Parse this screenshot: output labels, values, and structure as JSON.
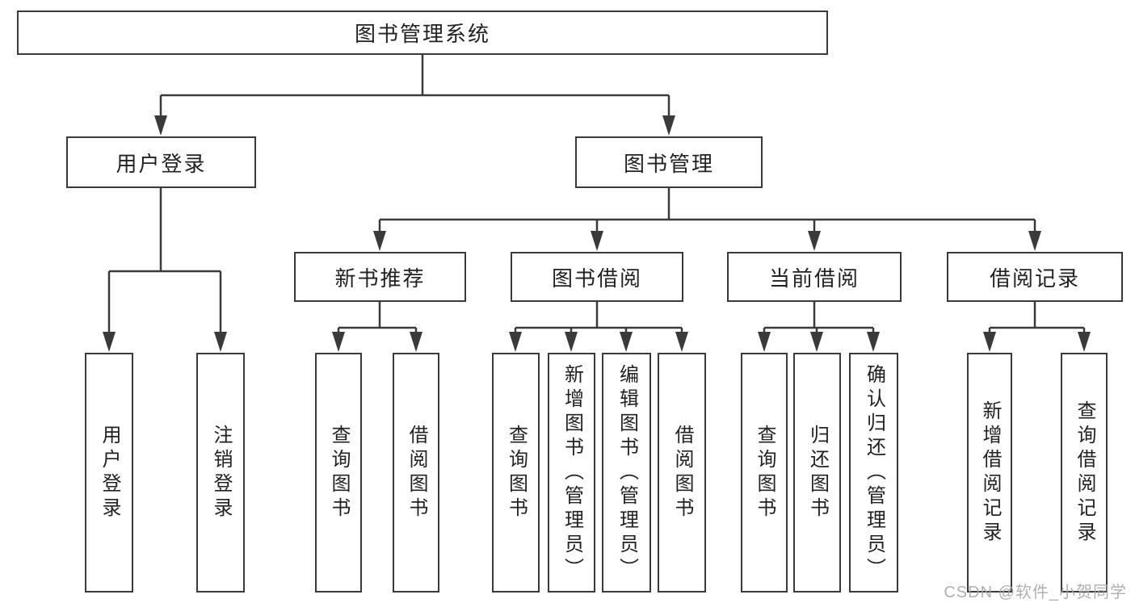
{
  "tree": {
    "root": {
      "label": "图书管理系统",
      "children": [
        {
          "label": "用户登录",
          "children": [
            {
              "label": "用户登录"
            },
            {
              "label": "注销登录"
            }
          ]
        },
        {
          "label": "图书管理",
          "children": [
            {
              "label": "新书推荐",
              "children": [
                {
                  "label": "查询图书"
                },
                {
                  "label": "借阅图书"
                }
              ]
            },
            {
              "label": "图书借阅",
              "children": [
                {
                  "label": "查询图书"
                },
                {
                  "label": "新增图书（管理员）"
                },
                {
                  "label": "编辑图书（管理员）"
                },
                {
                  "label": "借阅图书"
                }
              ]
            },
            {
              "label": "当前借阅",
              "children": [
                {
                  "label": "查询图书"
                },
                {
                  "label": "归还图书"
                },
                {
                  "label": "确认归还（管理员）"
                }
              ]
            },
            {
              "label": "借阅记录",
              "children": [
                {
                  "label": "新增借阅记录"
                },
                {
                  "label": "查询借阅记录"
                }
              ]
            }
          ]
        }
      ]
    }
  },
  "watermark": {
    "text": "CSDN @软件_小贺同学"
  },
  "colors": {
    "line": "#3a3a3a",
    "box_border": "#3a3a3a",
    "box_fill": "#ffffff",
    "text": "#222222",
    "watermark": "#a8a8a8",
    "background": "#ffffff"
  }
}
